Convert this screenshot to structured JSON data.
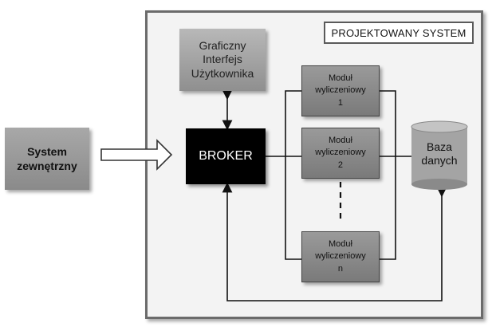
{
  "frame_title": "PROJEKTOWANY SYSTEM",
  "external_system": "System\nzewnętrzny",
  "gui": "Graficzny\nInterfejs\nUżytkownika",
  "broker": "BROKER",
  "modules": [
    "Moduł\nwyliczeniowy\n1",
    "Moduł\nwyliczeniowy\n2",
    "Moduł\nwyliczeniowy\nn"
  ],
  "database": "Baza\ndanych",
  "colors": {
    "frame_border": "#6b6b6b",
    "box_gray": "#8f8f8f",
    "broker_fill": "#000000",
    "line": "#111111"
  }
}
